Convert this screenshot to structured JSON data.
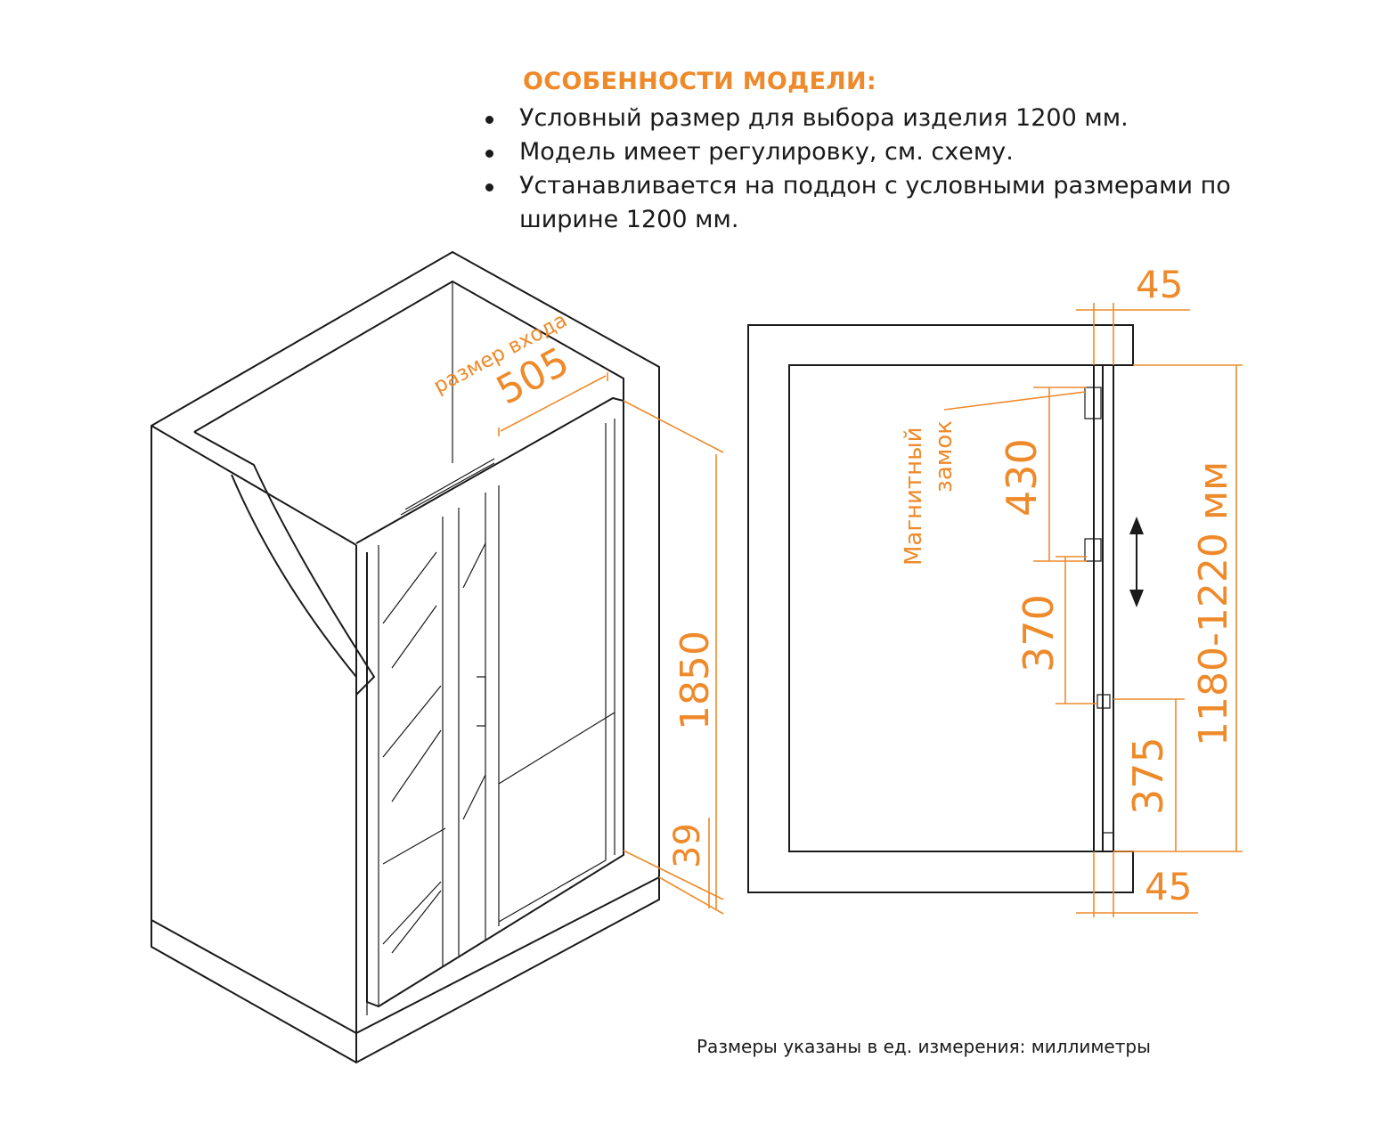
{
  "features": {
    "title": "ОСОБЕННОСТИ МОДЕЛИ:",
    "items": [
      "Условный размер для выбора изделия 1200 мм.",
      "Модель имеет регулировку, см. схему.",
      "Устанавливается на поддон с условными размерами по ширине 1200 мм."
    ]
  },
  "iso_view": {
    "entrance_label": "размер входа",
    "entrance_width": "505",
    "height": "1850",
    "base_height": "39"
  },
  "plan_view": {
    "top_offset": "45",
    "bottom_offset": "45",
    "lock_label_1": "Магнитный",
    "lock_label_2": "замок",
    "dim_upper": "430",
    "dim_middle": "370",
    "dim_lower": "375",
    "total_range": "1180-1220 мм"
  },
  "footer": "Размеры указаны в ед. измерения: миллиметры",
  "colors": {
    "accent": "#EE8A2A",
    "line": "#1a1a1a"
  }
}
